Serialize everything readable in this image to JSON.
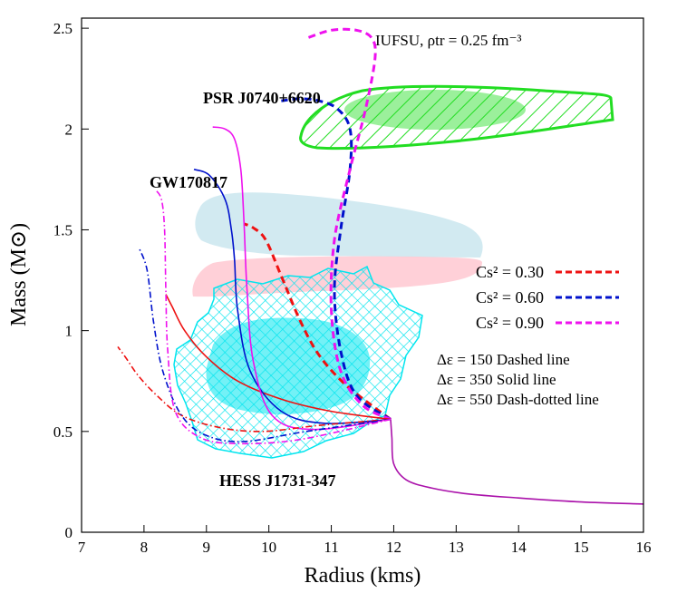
{
  "chart_data": {
    "type": "line",
    "xlabel": "Radius (kms)",
    "ylabel": "Mass (M⊙)",
    "xlim": [
      7,
      16
    ],
    "ylim": [
      0,
      2.55
    ],
    "x_ticks": [
      "7",
      "8",
      "9",
      "10",
      "11",
      "12",
      "13",
      "14",
      "15",
      "16"
    ],
    "y_ticks": [
      "0",
      "0.5",
      "1",
      "1.5",
      "2",
      "2.5"
    ],
    "grid": false,
    "title_annotation": "IUFSU, ρtr = 0.25 fm⁻³",
    "legend_placement": "right",
    "legend": [
      {
        "label": "Cs² = 0.30",
        "color": "#ee1111"
      },
      {
        "label": "Cs² = 0.60",
        "color": "#0011cc"
      },
      {
        "label": "Cs² = 0.90",
        "color": "#ee11ee"
      }
    ],
    "linestyle_notes": [
      "Δε = 150 Dashed line",
      "Δε = 350 Solid line",
      "Δε = 550 Dash-dotted line"
    ],
    "region_labels": [
      "PSR J0740+6620",
      "GW170817",
      "HESS J1731-347"
    ],
    "colors": {
      "psr": "#22dd22",
      "gw_blue": "#add8e6",
      "gw_pink": "#ffc0cb",
      "hess": "#00e5ee",
      "hadronic": "#aa11aa"
    },
    "series": [
      {
        "name": "hadronic",
        "color": "#aa11aa",
        "dash": "solid",
        "x": [
          11.95,
          11.97,
          12.0,
          12.2,
          12.6,
          13.2,
          14.0,
          15.0,
          16.0
        ],
        "y": [
          0.56,
          0.47,
          0.34,
          0.26,
          0.22,
          0.19,
          0.17,
          0.15,
          0.14
        ]
      },
      {
        "name": "Cs² = 0.30",
        "color": "#ee1111",
        "dash": "dashed",
        "x": [
          11.95,
          11.6,
          11.2,
          10.8,
          10.5,
          10.2,
          9.95,
          9.75,
          9.6
        ],
        "y": [
          0.56,
          0.64,
          0.74,
          0.88,
          1.05,
          1.27,
          1.45,
          1.51,
          1.53
        ]
      },
      {
        "name": "Cs² = 0.60",
        "color": "#0011cc",
        "dash": "dashed",
        "x": [
          11.95,
          11.4,
          11.15,
          11.05,
          11.15,
          11.3,
          11.3,
          11.1,
          10.8,
          10.5,
          10.2
        ],
        "y": [
          0.56,
          0.68,
          0.9,
          1.2,
          1.5,
          1.8,
          2.0,
          2.1,
          2.14,
          2.15,
          2.14
        ]
      },
      {
        "name": "Cs² = 0.90",
        "color": "#ee11ee",
        "dash": "dashed",
        "x": [
          11.95,
          11.5,
          11.15,
          11.0,
          11.05,
          11.3,
          11.55,
          11.7,
          11.65,
          11.4,
          11.0,
          10.6
        ],
        "y": [
          0.56,
          0.63,
          0.8,
          1.1,
          1.45,
          1.8,
          2.1,
          2.35,
          2.45,
          2.49,
          2.49,
          2.45
        ]
      },
      {
        "name": "Δε = 350, Cs² = 0.30",
        "color": "#ee1111",
        "dash": "solid",
        "x": [
          11.95,
          11.0,
          10.2,
          9.5,
          9.0,
          8.65,
          8.45,
          8.35
        ],
        "y": [
          0.56,
          0.6,
          0.66,
          0.75,
          0.87,
          1.0,
          1.12,
          1.18
        ]
      },
      {
        "name": "Δε = 350, Cs² = 0.60",
        "color": "#0011cc",
        "dash": "solid",
        "x": [
          11.95,
          10.9,
          10.2,
          9.7,
          9.5,
          9.45,
          9.4,
          9.3,
          9.05,
          8.8
        ],
        "y": [
          0.56,
          0.54,
          0.6,
          0.8,
          1.1,
          1.35,
          1.5,
          1.65,
          1.77,
          1.8
        ]
      },
      {
        "name": "Δε = 350, Cs² = 0.90",
        "color": "#ee11ee",
        "dash": "solid",
        "x": [
          11.95,
          10.7,
          10.05,
          9.75,
          9.65,
          9.6,
          9.55,
          9.45,
          9.3,
          9.1
        ],
        "y": [
          0.56,
          0.51,
          0.58,
          0.85,
          1.2,
          1.55,
          1.8,
          1.95,
          2.0,
          2.01
        ]
      },
      {
        "name": "Δε = 550, Cs² = 0.30",
        "color": "#ee1111",
        "dash": "dashdot",
        "x": [
          11.95,
          10.8,
          9.9,
          9.2,
          8.6,
          8.2,
          7.9,
          7.7,
          7.58
        ],
        "y": [
          0.56,
          0.53,
          0.5,
          0.52,
          0.58,
          0.68,
          0.78,
          0.87,
          0.92
        ]
      },
      {
        "name": "Δε = 550, Cs² = 0.60",
        "color": "#0011cc",
        "dash": "dashdot",
        "x": [
          11.95,
          10.6,
          9.6,
          9.0,
          8.6,
          8.3,
          8.15,
          8.05,
          7.92
        ],
        "y": [
          0.56,
          0.5,
          0.45,
          0.48,
          0.58,
          0.8,
          1.05,
          1.3,
          1.41
        ]
      },
      {
        "name": "Δε = 550, Cs² = 0.90",
        "color": "#ee11ee",
        "dash": "dashdot",
        "x": [
          11.95,
          10.5,
          9.5,
          8.9,
          8.5,
          8.38,
          8.35,
          8.33,
          8.28,
          8.18
        ],
        "y": [
          0.56,
          0.46,
          0.44,
          0.47,
          0.6,
          0.9,
          1.2,
          1.5,
          1.65,
          1.7
        ]
      }
    ]
  }
}
